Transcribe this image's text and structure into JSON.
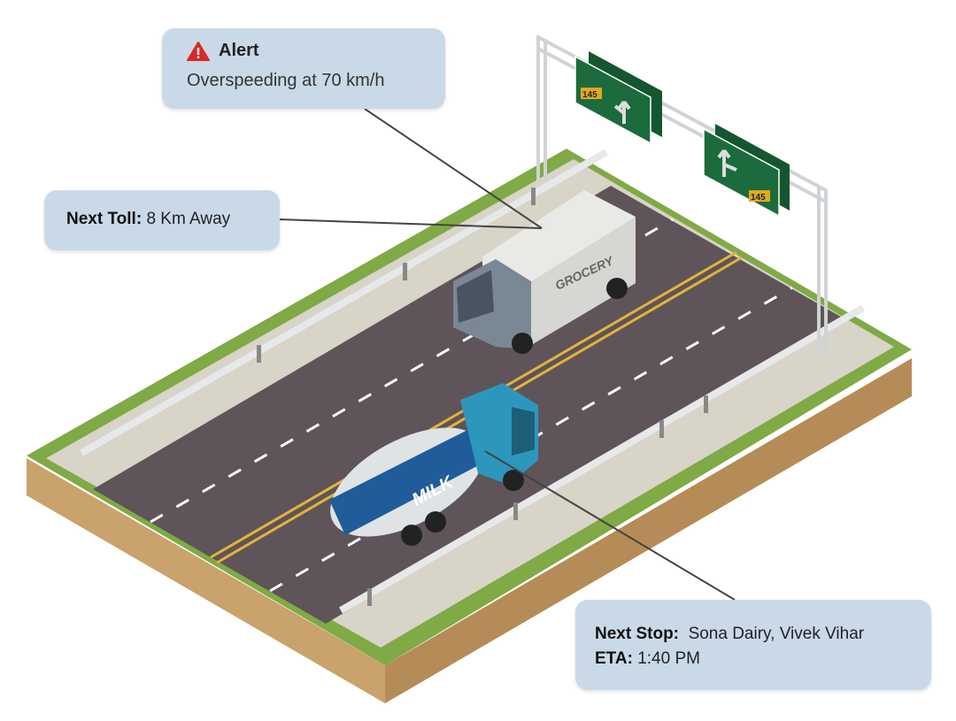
{
  "alert": {
    "icon": "warning-triangle-icon",
    "title": "Alert",
    "message": "Overspeeding at 70 km/h",
    "icon_color": "#d62b25"
  },
  "next_toll": {
    "label": "Next Toll:",
    "value": "8 Km Away"
  },
  "next_stop": {
    "label": "Next Stop:",
    "value": "Sona Dairy, Vivek Vihar",
    "eta_label": "ETA:",
    "eta_value": "1:40 PM"
  },
  "scene": {
    "grocery_truck_label": "GROCERY",
    "milk_tanker_label": "MILK",
    "sign_numbers": [
      "145",
      "145"
    ],
    "colors": {
      "road": "#5e5459",
      "grass": "#7faa45",
      "soil": "#c9a26c",
      "sign": "#1c6b3c",
      "tanker": "#2d96bd",
      "callout": "#c9d9e8"
    }
  }
}
